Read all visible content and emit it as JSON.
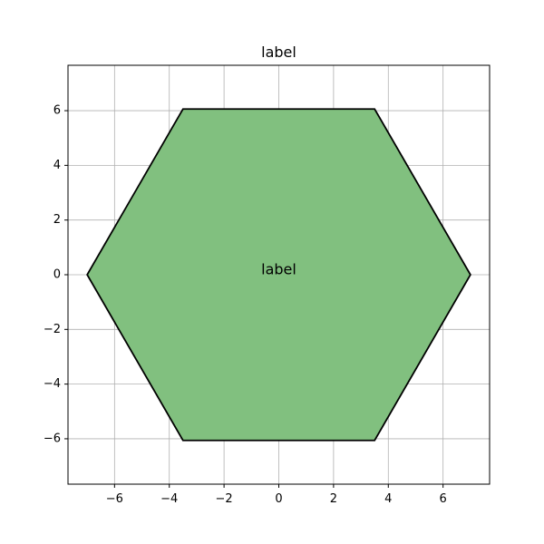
{
  "chart_data": {
    "type": "area",
    "title": "label",
    "xlabel": "",
    "ylabel": "",
    "xlim": [
      -7.7,
      7.7
    ],
    "ylim": [
      -7.66,
      7.66
    ],
    "xticks": [
      -6,
      -4,
      -2,
      0,
      2,
      4,
      6
    ],
    "yticks": [
      -6,
      -4,
      -2,
      0,
      2,
      4,
      6
    ],
    "xtick_labels": [
      "−6",
      "−4",
      "−2",
      "0",
      "2",
      "4",
      "6"
    ],
    "ytick_labels": [
      "−6",
      "−4",
      "−2",
      "0",
      "2",
      "4",
      "6"
    ],
    "grid": true,
    "shape": {
      "name": "hexagon",
      "fill_color": "#81c07f",
      "edge_color": "#000000",
      "points": [
        {
          "x": 7.0,
          "y": 0.0
        },
        {
          "x": 3.5,
          "y": 6.06
        },
        {
          "x": -3.5,
          "y": 6.06
        },
        {
          "x": -7.0,
          "y": 0.0
        },
        {
          "x": -3.5,
          "y": -6.06
        },
        {
          "x": 3.5,
          "y": -6.06
        }
      ]
    },
    "annotation": {
      "text": "label",
      "x": 0,
      "y": 0.2
    }
  }
}
